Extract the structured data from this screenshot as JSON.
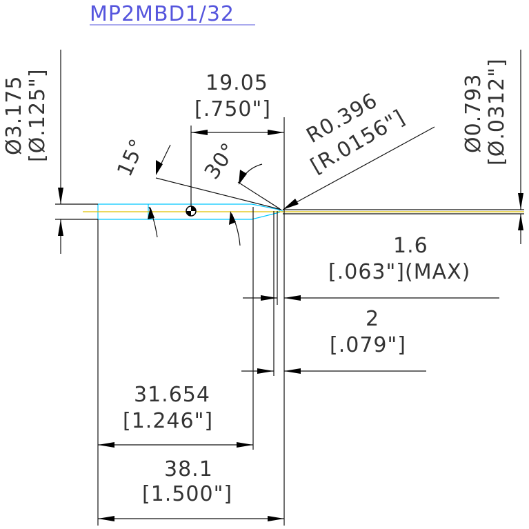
{
  "title": "MP2MBD1/32",
  "dimensions": {
    "shank_dia_mm": "Ø3.175",
    "shank_dia_in": "[Ø.125\"]",
    "length_19_mm": "19.05",
    "length_19_in": "[.750\"]",
    "angle_15": "15°",
    "angle_30": "30°",
    "radius_mm": "R0.396",
    "radius_in": "[R.0156\"]",
    "tip_dia_mm": "Ø0.793",
    "tip_dia_in": "[Ø.0312\"]",
    "len_1_6_mm": "1.6",
    "len_1_6_in": "[.063\"](MAX)",
    "len_2_mm": "2",
    "len_2_in": "[.079\"]",
    "len_31_mm": "31.654",
    "len_31_in": "[1.246\"]",
    "len_38_mm": "38.1",
    "len_38_in": "[1.500\"]"
  },
  "colors": {
    "title": "#5555dd",
    "tool_outline": "#00c8ff",
    "centerline": "#e0c000"
  }
}
